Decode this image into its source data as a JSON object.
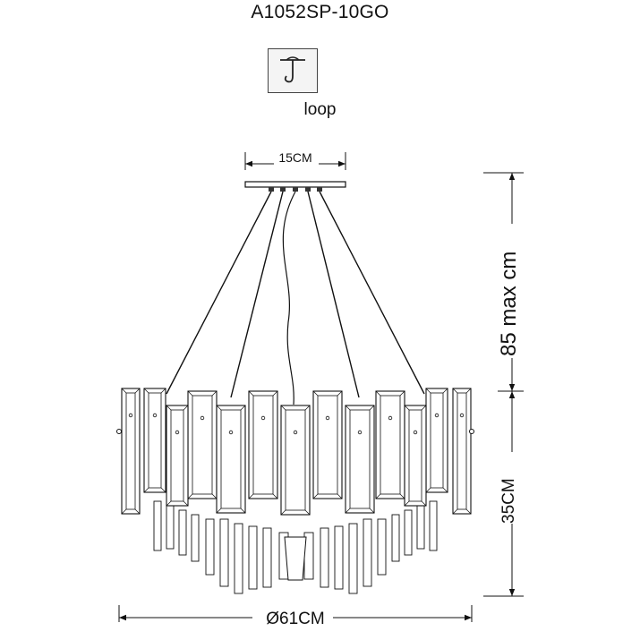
{
  "title": "A1052SP-10GO",
  "mount": {
    "label": "loop",
    "icon": "hook-loop-icon"
  },
  "dimensions": {
    "canopy_width": "15CM",
    "height_max": "85 max cm",
    "body_height": "35CM",
    "diameter": "Ø61CM"
  }
}
